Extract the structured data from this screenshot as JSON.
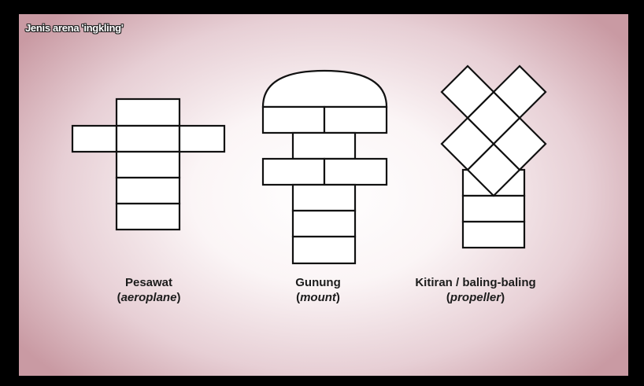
{
  "title": "Jenis arena 'ingkling'",
  "figures": [
    {
      "name": "Pesawat",
      "english": "aeroplane",
      "open_paren": "(",
      "close_paren": ")"
    },
    {
      "name": "Gunung",
      "english": "mount",
      "open_paren": "(",
      "close_paren": ")"
    },
    {
      "name": "Kitiran / baling-baling",
      "english": "propeller",
      "open_paren": "(",
      "close_paren": ")"
    }
  ],
  "colors": {
    "outline": "#111111",
    "box_fill": "#ffffff",
    "border": "#000000",
    "background_edge": "#c99aa3"
  }
}
